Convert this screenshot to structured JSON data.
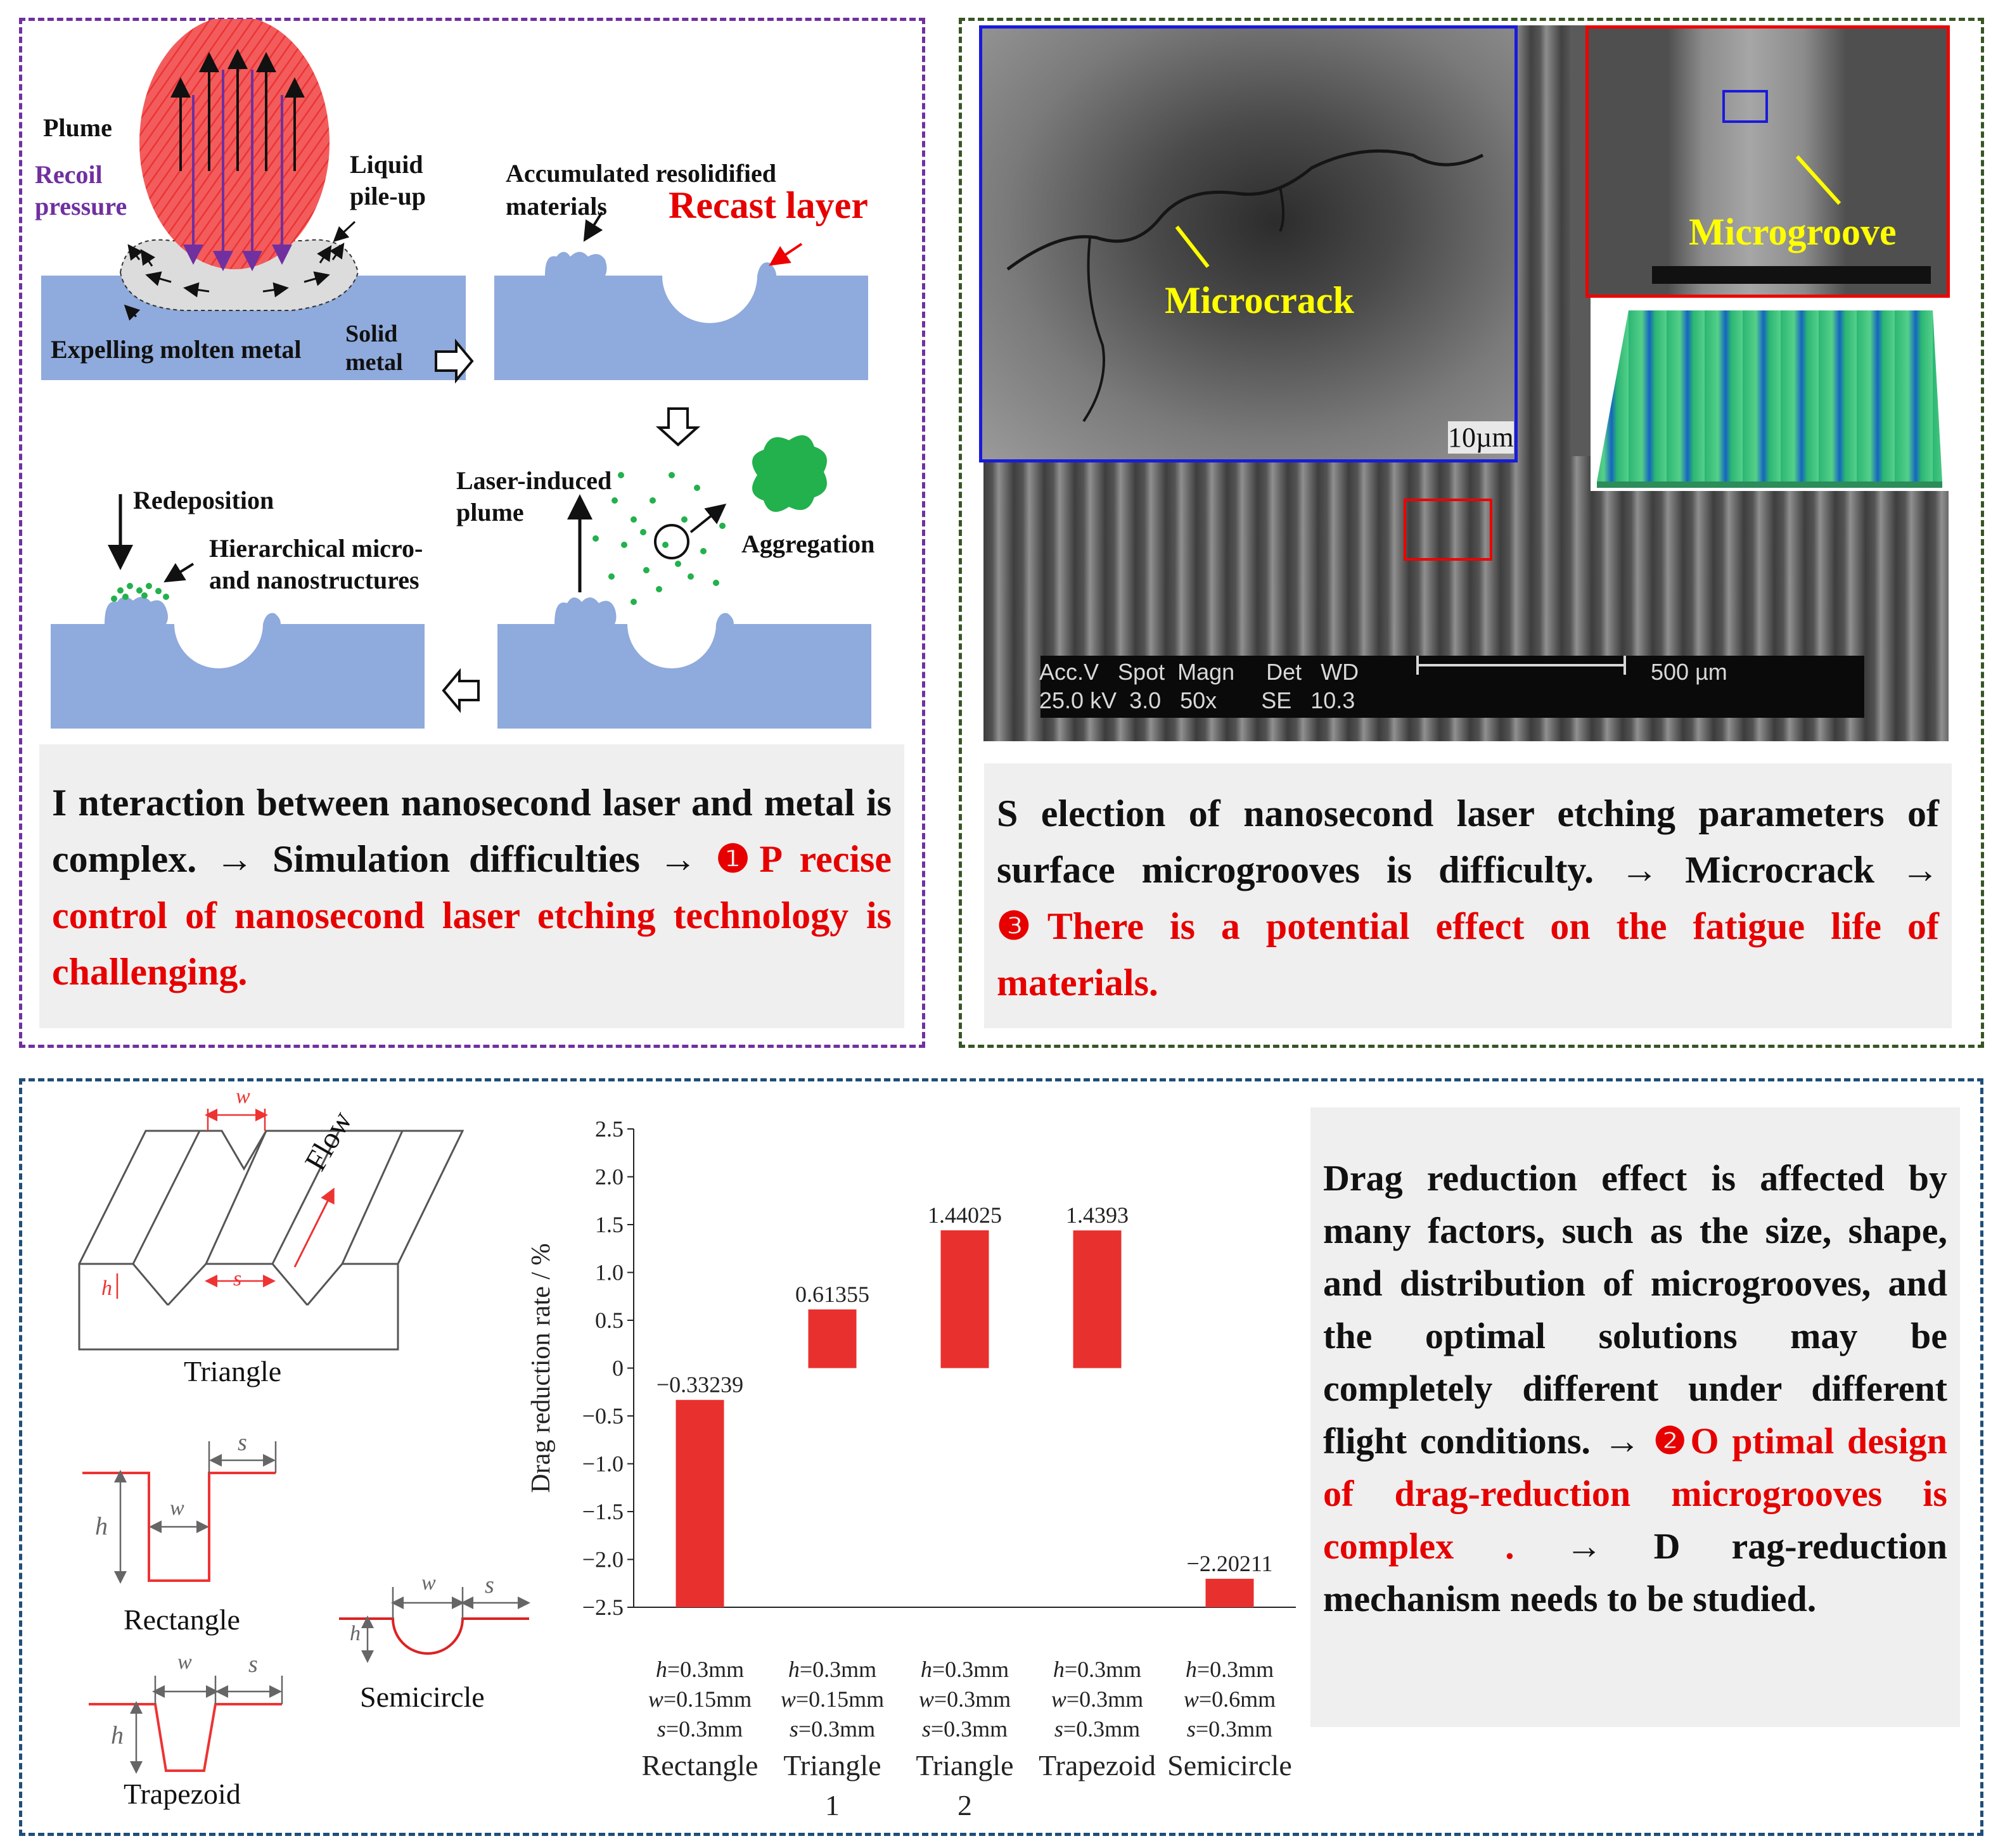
{
  "panel1": {
    "labels": {
      "plume": "Plume",
      "recoil1": "Recoil",
      "recoil2": "pressure",
      "liquid1": "Liquid",
      "liquid2": "pile-up",
      "expelling": "Expelling molten metal",
      "solid1": "Solid",
      "solid2": "metal",
      "accum1": "Accumulated resolidified",
      "accum2": "materials",
      "recast": "Recast layer",
      "laser1": "Laser-induced",
      "laser2": "plume",
      "aggregation": "Aggregation",
      "redeposition": "Redeposition",
      "hier1": "Hierarchical micro-",
      "hier2": "and nanostructures"
    },
    "text_plain": "I nteraction between nanosecond laser and metal is complex. → Simulation difficulties →",
    "text_red": "❶P recise control of nanosecond laser etching technology is challenging."
  },
  "panel2": {
    "microcrack": "Microcrack",
    "microgroove": "Microgroove",
    "scale_small": "10µm",
    "sem_row1": "Acc.V   Spot  Magn     Det   WD",
    "sem_row2": "25.0 kV  3.0   50x       SE   10.3",
    "sem_scale": "500 µm",
    "text_plain": "S election of nanosecond laser etching parameters of surface microgrooves is difficulty. → Microcrack →",
    "text_red": "❸There is a potential effect on the fatigue life of materials."
  },
  "panel3": {
    "shapes": {
      "triangle": "Triangle",
      "rectangle": "Rectangle",
      "trapezoid": "Trapezoid",
      "semicircle": "Semicircle",
      "flow": "Flow",
      "w": "w",
      "s": "s",
      "h": "h"
    },
    "text_plain": "Drag reduction effect is affected by many factors, such as the size, shape, and distribution of microgrooves, and the optimal solutions may be completely different under different flight conditions. →",
    "text_red": "❷O ptimal design of drag-reduction microgrooves is complex .",
    "text_tail": "→ D rag-reduction mechanism needs to be studied."
  },
  "chart_data": {
    "type": "bar",
    "ylabel": "Drag reduction rate / %",
    "ylim": [
      -2.5,
      2.5
    ],
    "yticks": [
      "2.5",
      "2.0",
      "1.5",
      "1.0",
      "0.5",
      "0",
      "−0.5",
      "−1.0",
      "−1.5",
      "−2.0",
      "−2.5"
    ],
    "categories": [
      "Rectangle",
      "Triangle 1",
      "Triangle 2",
      "Trapezoid",
      "Semicircle"
    ],
    "category_lines": [
      [
        "Rectangle"
      ],
      [
        "Triangle",
        "1"
      ],
      [
        "Triangle",
        "2"
      ],
      [
        "Trapezoid"
      ],
      [
        "Semicircle"
      ]
    ],
    "params": [
      [
        "h=0.3mm",
        "w=0.15mm",
        "s=0.3mm"
      ],
      [
        "h=0.3mm",
        "w=0.15mm",
        "s=0.3mm"
      ],
      [
        "h=0.3mm",
        "w=0.3mm",
        "s=0.3mm"
      ],
      [
        "h=0.3mm",
        "w=0.3mm",
        "s=0.3mm"
      ],
      [
        "h=0.3mm",
        "w=0.6mm",
        "s=0.3mm"
      ]
    ],
    "values": [
      -0.33239,
      0.61355,
      1.44025,
      1.4393,
      -2.20211
    ],
    "value_labels": [
      "−0.33239",
      "0.61355",
      "1.44025",
      "1.4393",
      "−2.20211"
    ],
    "bar_color": "#e8302e"
  }
}
